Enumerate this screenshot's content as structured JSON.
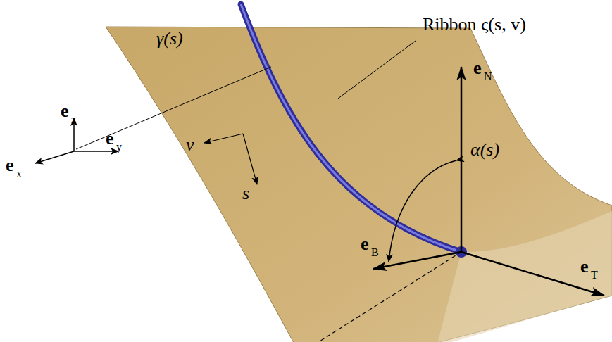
{
  "diagram": {
    "labels": [
      "Ribbon ς(s, v)",
      "γ(s)",
      "e",
      "z",
      "e",
      "x",
      "e",
      "y",
      "v",
      "s",
      "α(s)",
      "e",
      "N",
      "e",
      "B",
      "e",
      "T"
    ]
  }
}
